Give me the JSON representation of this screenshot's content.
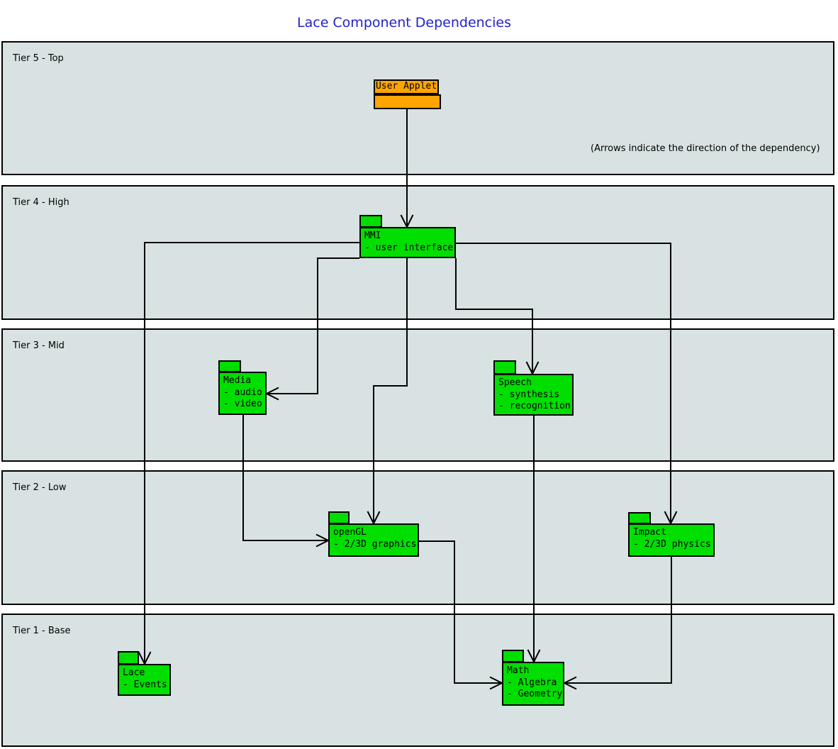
{
  "title": "Lace Component Dependencies",
  "note": "(Arrows indicate the direction of the dependency)",
  "colors": {
    "title_text": "#2222cc",
    "tier_fill": "#d9e2e2",
    "tier_border": "#000000",
    "component_fill": "#00df00",
    "user_applet_fill": "#ffa500",
    "edge": "#000000",
    "text": "#000000",
    "page_bg": "#ffffff"
  },
  "tiers": [
    {
      "id": "tier-5",
      "label": "Tier 5 - Top"
    },
    {
      "id": "tier-4",
      "label": "Tier 4 - High"
    },
    {
      "id": "tier-3",
      "label": "Tier 3 - Mid"
    },
    {
      "id": "tier-2",
      "label": "Tier 2 - Low"
    },
    {
      "id": "tier-1",
      "label": "Tier 1 - Base"
    }
  ],
  "nodes": [
    {
      "id": "user-applet",
      "kind": "applet",
      "label": "User Applet",
      "items": []
    },
    {
      "id": "mmi",
      "kind": "package",
      "label": "MMI",
      "items": [
        "- user interface"
      ]
    },
    {
      "id": "media",
      "kind": "package",
      "label": "Media",
      "items": [
        "- audio",
        "- video"
      ]
    },
    {
      "id": "speech",
      "kind": "package",
      "label": "Speech",
      "items": [
        "- synthesis",
        "- recognition"
      ]
    },
    {
      "id": "opengl",
      "kind": "package",
      "label": "openGL",
      "items": [
        "- 2/3D graphics"
      ]
    },
    {
      "id": "impact",
      "kind": "package",
      "label": "Impact",
      "items": [
        "- 2/3D physics"
      ]
    },
    {
      "id": "lace",
      "kind": "package",
      "label": "Lace",
      "items": [
        "- Events"
      ]
    },
    {
      "id": "math",
      "kind": "package",
      "label": "Math",
      "items": [
        "- Algebra",
        "- Geometry"
      ]
    }
  ],
  "edges": [
    {
      "from": "user-applet",
      "to": "mmi"
    },
    {
      "from": "mmi",
      "to": "lace"
    },
    {
      "from": "mmi",
      "to": "media"
    },
    {
      "from": "mmi",
      "to": "opengl"
    },
    {
      "from": "mmi",
      "to": "speech"
    },
    {
      "from": "mmi",
      "to": "impact"
    },
    {
      "from": "media",
      "to": "opengl"
    },
    {
      "from": "speech",
      "to": "math"
    },
    {
      "from": "opengl",
      "to": "math"
    },
    {
      "from": "impact",
      "to": "math"
    }
  ]
}
